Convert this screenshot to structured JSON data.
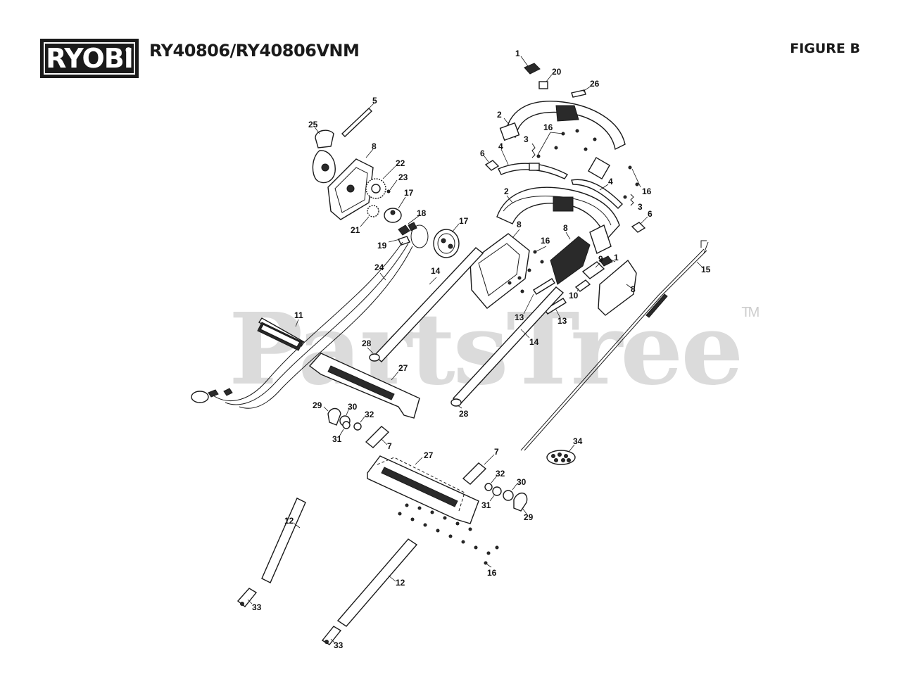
{
  "header": {
    "logo_text": "RYOBI",
    "logo_mark": "®",
    "model": "RY40806/RY40806VNM",
    "figure": "FIGURE B"
  },
  "watermark": {
    "text": "PartsTree",
    "mark": "TM"
  },
  "callouts": {
    "c1a": "1",
    "c20": "20",
    "c26": "26",
    "c5": "5",
    "c25": "25",
    "c2a": "2",
    "c16a": "16",
    "c3a": "3",
    "c8a": "8",
    "c22": "22",
    "c6a": "6",
    "c4a": "4",
    "c23": "23",
    "c4b": "4",
    "c16b": "16",
    "c2b": "2",
    "c17a": "17",
    "c3b": "3",
    "c18": "18",
    "c6b": "6",
    "c21": "21",
    "c17b": "17",
    "c8b": "8",
    "c19": "19",
    "c16c": "16",
    "c8c": "8",
    "c9": "9",
    "c1b": "1",
    "c15": "15",
    "c24": "24",
    "c14a": "14",
    "c8d": "8",
    "c10": "10",
    "c11": "11",
    "c13a": "13",
    "c13b": "13",
    "c14b": "14",
    "c28a": "28",
    "c27a": "27",
    "c28b": "28",
    "c29a": "29",
    "c30a": "30",
    "c32a": "32",
    "c31a": "31",
    "c7a": "7",
    "c34": "34",
    "c27b": "27",
    "c7b": "7",
    "c32b": "32",
    "c30b": "30",
    "c31b": "31",
    "c29b": "29",
    "c12a": "12",
    "c12b": "12",
    "c16d": "16",
    "c33a": "33",
    "c33b": "33"
  }
}
